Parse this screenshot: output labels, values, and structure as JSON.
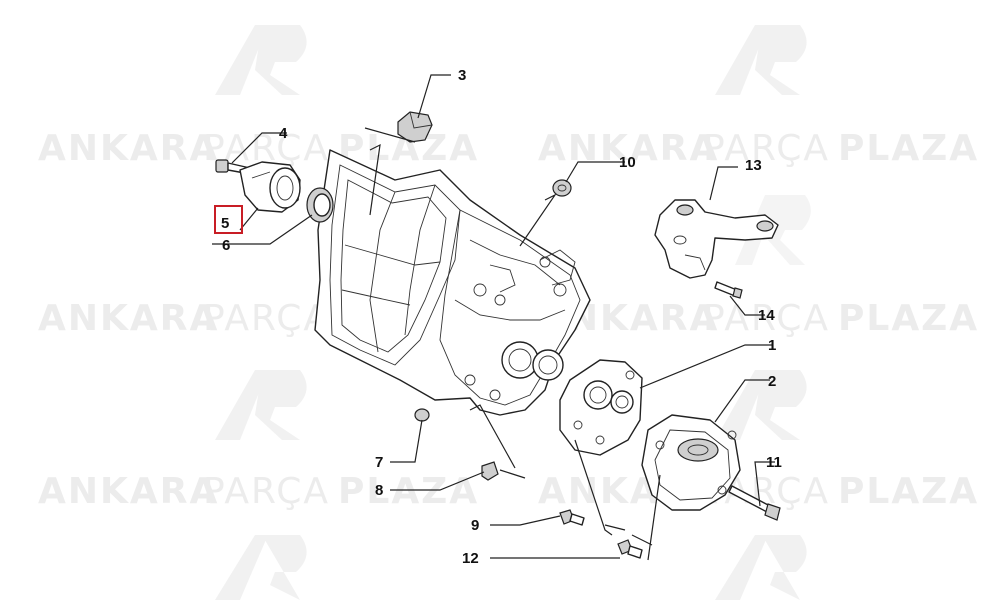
{
  "watermark": {
    "text_bold_1": "ANKARA",
    "text_light": "PARÇA",
    "text_bold_2": "PLAZA",
    "logo": "ap-logo"
  },
  "colors": {
    "highlight": "#c81d25",
    "watermark": "#ececec",
    "line": "#222222"
  },
  "callouts": {
    "c1": "1",
    "c2": "2",
    "c3": "3",
    "c4": "4",
    "c5": "5",
    "c6": "6",
    "c7": "7",
    "c8": "8",
    "c9": "9",
    "c10": "10",
    "c11": "11",
    "c12": "12",
    "c13": "13",
    "c14": "14"
  },
  "highlighted_callout": "5"
}
